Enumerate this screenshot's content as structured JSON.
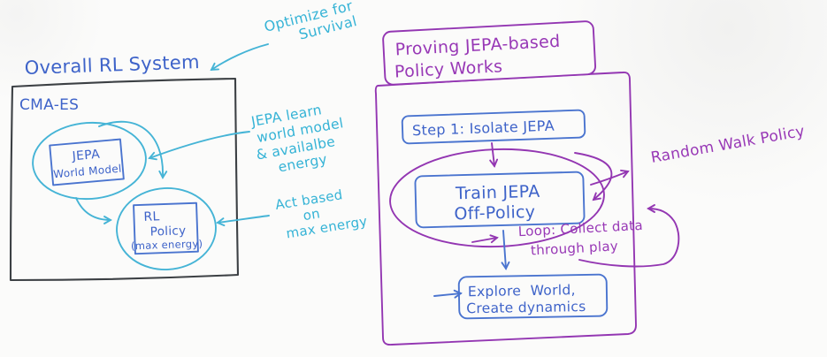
{
  "colors": {
    "ink_blue": "#3e63c9",
    "cyan": "#35b3d6",
    "purple": "#9838b6",
    "box_black": "#3c4044",
    "background": "#fbfbfa"
  },
  "left_system": {
    "title": "Overall RL System",
    "label": "CMA-ES",
    "jepa_node": {
      "lines": [
        "JEPA",
        "World Model"
      ]
    },
    "rl_node": {
      "lines": [
        "RL",
        "Policy",
        "(max energy)"
      ]
    }
  },
  "annotations": {
    "optimize": {
      "lines": [
        "Optimize for",
        "Survival"
      ]
    },
    "jepa_learn": {
      "lines": [
        "JEPA learn",
        "world model",
        "& availalbe",
        "energy"
      ]
    },
    "act_based": {
      "lines": [
        "Act based",
        "on",
        "max energy"
      ]
    }
  },
  "right_system": {
    "title": {
      "lines": [
        "Proving JEPA-based",
        "Policy Works"
      ]
    },
    "step1_label": "Step 1: Isolate JEPA",
    "train_node": {
      "lines": [
        "Train JEPA",
        "Off-Policy"
      ]
    },
    "loop_note": {
      "lines": [
        "Loop: Collect data",
        "through play"
      ]
    },
    "explore_node": {
      "lines": [
        "Explore  World,",
        "Create dynamics"
      ]
    },
    "random_walk_label": "Random Walk Policy"
  }
}
